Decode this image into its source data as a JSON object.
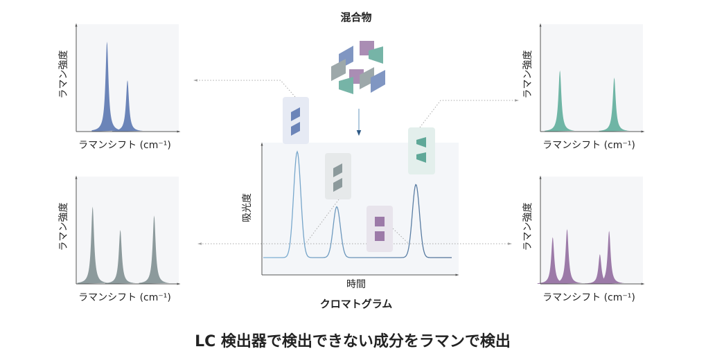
{
  "mixture_title": "混合物",
  "chromatogram": {
    "title": "クロマトグラム",
    "xlabel": "時間",
    "ylabel": "吸光度",
    "peaks": [
      {
        "x": 18,
        "height": 100,
        "color": "#7fb2d6"
      },
      {
        "x": 39,
        "height": 48,
        "color": "#6d9ec6"
      },
      {
        "x": 81,
        "height": 69,
        "color": "#4f6f96"
      }
    ]
  },
  "spectra": {
    "ylabel": "ラマン強度",
    "xlabel": "ラマンシフト (cm⁻¹)",
    "panels": [
      {
        "id": "top-left",
        "color": "#6b84b8",
        "peaks": [
          {
            "x": 30,
            "height": 100
          },
          {
            "x": 50,
            "height": 57
          }
        ]
      },
      {
        "id": "bottom-left",
        "color": "#8c9a9c",
        "peaks": [
          {
            "x": 16,
            "height": 86
          },
          {
            "x": 43,
            "height": 60
          },
          {
            "x": 76,
            "height": 76
          }
        ]
      },
      {
        "id": "top-right",
        "color": "#6fb5a5",
        "peaks": [
          {
            "x": 19,
            "height": 68
          },
          {
            "x": 72,
            "height": 60
          }
        ]
      },
      {
        "id": "bottom-right",
        "color": "#9c7aa8",
        "peaks": [
          {
            "x": 12,
            "height": 52
          },
          {
            "x": 26,
            "height": 61
          },
          {
            "x": 58,
            "height": 33
          },
          {
            "x": 67,
            "height": 59
          }
        ]
      }
    ]
  },
  "colors": {
    "blue": "#6b84b8",
    "grey": "#8c9a9c",
    "teal": "#5fa898",
    "purple": "#9c7aa8"
  },
  "caption": "LC 検出器で検出できない成分をラマンで検出"
}
